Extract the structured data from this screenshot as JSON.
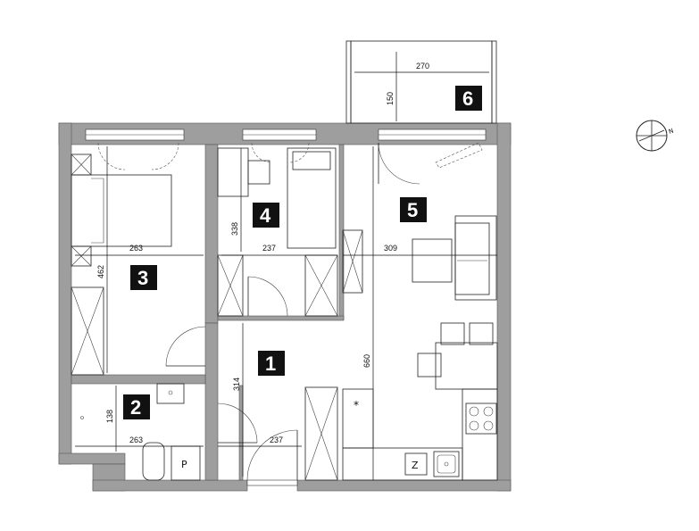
{
  "rooms": [
    {
      "number": "1"
    },
    {
      "number": "2"
    },
    {
      "number": "3"
    },
    {
      "number": "4"
    },
    {
      "number": "5"
    },
    {
      "number": "6"
    }
  ],
  "dimensions": {
    "balcony_width": "270",
    "balcony_depth": "150",
    "room3_width": "263",
    "room3_height": "462",
    "room4_width": "237",
    "room4_height": "338",
    "room5_width": "309",
    "room5_height": "660",
    "hall_height": "314",
    "hall_width": "237",
    "bath_width": "263",
    "bath_height": "138"
  },
  "fixture_labels": {
    "fridge": "Z",
    "washer": "P",
    "stove": "*"
  },
  "colors": {
    "wall": "#9e9e9e",
    "room_tag": "#111111"
  },
  "icons": {
    "compass": "north-arrow-icon"
  }
}
